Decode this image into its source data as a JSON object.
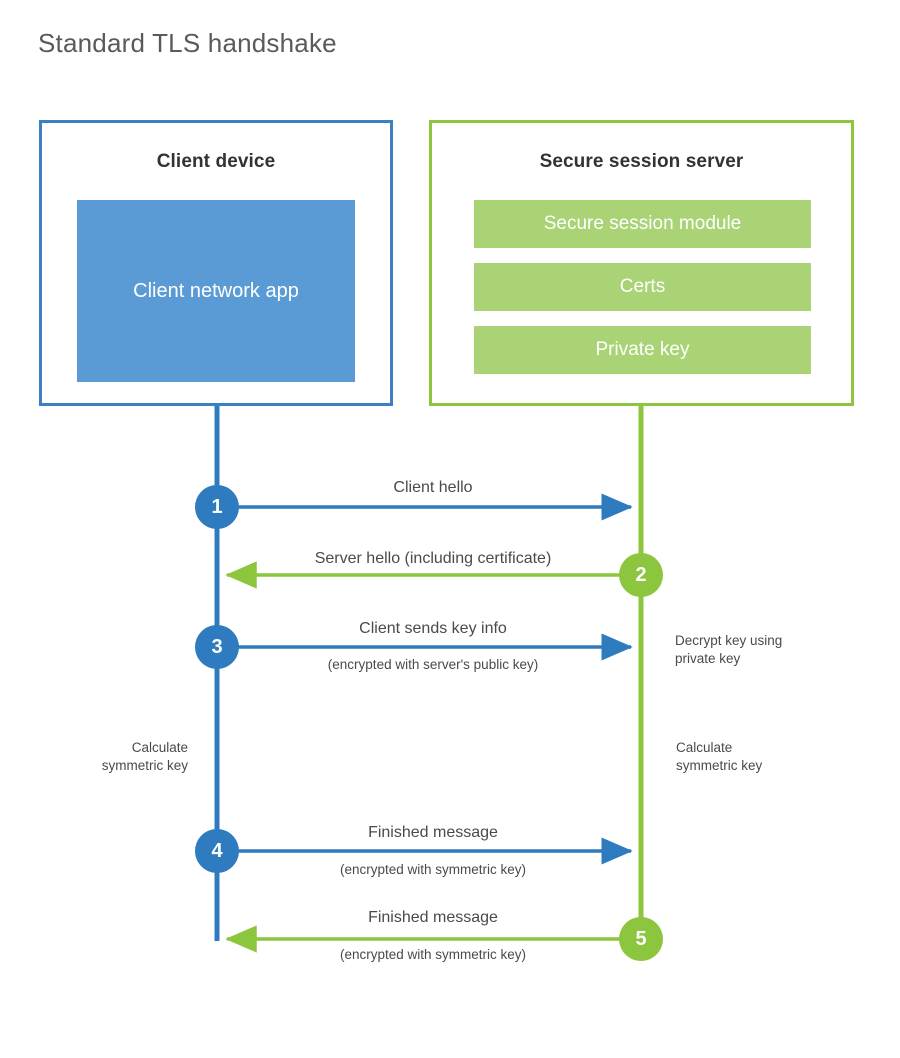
{
  "title": "Standard TLS handshake",
  "colors": {
    "client_border": "#3b7fc4",
    "client_fill": "#5b9bd5",
    "client_accent": "#2e7cbf",
    "server_border": "#8cc63e",
    "server_fill": "#a9d375",
    "server_accent": "#8cc63e",
    "text": "#4a4a4a",
    "title_text": "#5a5a5a",
    "background": "#ffffff"
  },
  "client": {
    "title": "Client device",
    "app_label": "Client network app"
  },
  "server": {
    "title": "Secure session server",
    "items": [
      {
        "label": "Secure session module"
      },
      {
        "label": "Certs"
      },
      {
        "label": "Private key"
      }
    ]
  },
  "steps": [
    {
      "number": "1",
      "label": "Client hello",
      "sublabel": "",
      "direction": "client-to-server",
      "color": "blue"
    },
    {
      "number": "2",
      "label": "Server hello (including certificate)",
      "sublabel": "",
      "direction": "server-to-client",
      "color": "green"
    },
    {
      "number": "3",
      "label": "Client sends key info",
      "sublabel": "(encrypted with server's public key)",
      "direction": "client-to-server",
      "color": "blue"
    },
    {
      "number": "4",
      "label": "Finished message",
      "sublabel": "(encrypted with symmetric key)",
      "direction": "client-to-server",
      "color": "blue"
    },
    {
      "number": "5",
      "label": "Finished message",
      "sublabel": "(encrypted with symmetric key)",
      "direction": "server-to-client",
      "color": "green"
    }
  ],
  "notes": {
    "server_decrypt": "Decrypt key using\nprivate key",
    "client_calculate": "Calculate\nsymmetric key",
    "server_calculate": "Calculate\nsymmetric key"
  }
}
